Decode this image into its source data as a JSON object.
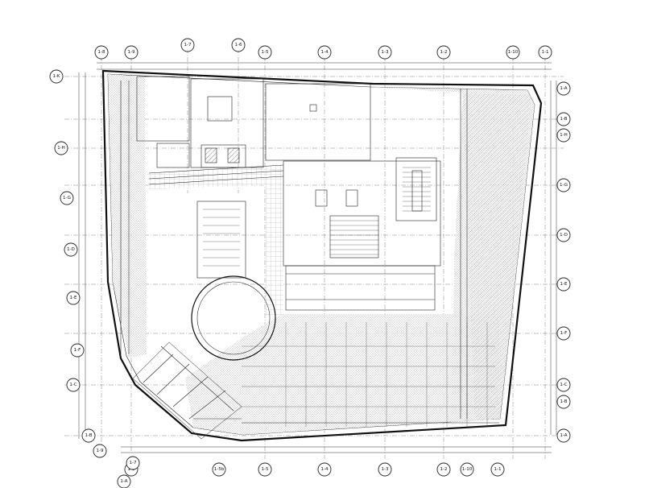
{
  "diagram": {
    "top_axes": [
      "1-8",
      "1-9",
      "1-7",
      "1-6",
      "1-5",
      "1-4",
      "1-3",
      "1-2",
      "1-10",
      "1-1"
    ],
    "bottom_axes": [
      "1-8",
      "1-5b",
      "1-5",
      "1-4",
      "1-3",
      "1-2",
      "1-10",
      "1-1"
    ],
    "left_axes": [
      "1-K",
      "1-H",
      "1-G",
      "1-D",
      "1-E",
      "1-F",
      "1-C",
      "1-B",
      "1-A"
    ],
    "right_axes": [
      "1-A",
      "1-B",
      "1-H",
      "1-G",
      "1-D",
      "1-E",
      "1-F",
      "1-C",
      "1-B",
      "1-A"
    ],
    "diagonal_axes": [
      "1-9",
      "1-7"
    ]
  }
}
